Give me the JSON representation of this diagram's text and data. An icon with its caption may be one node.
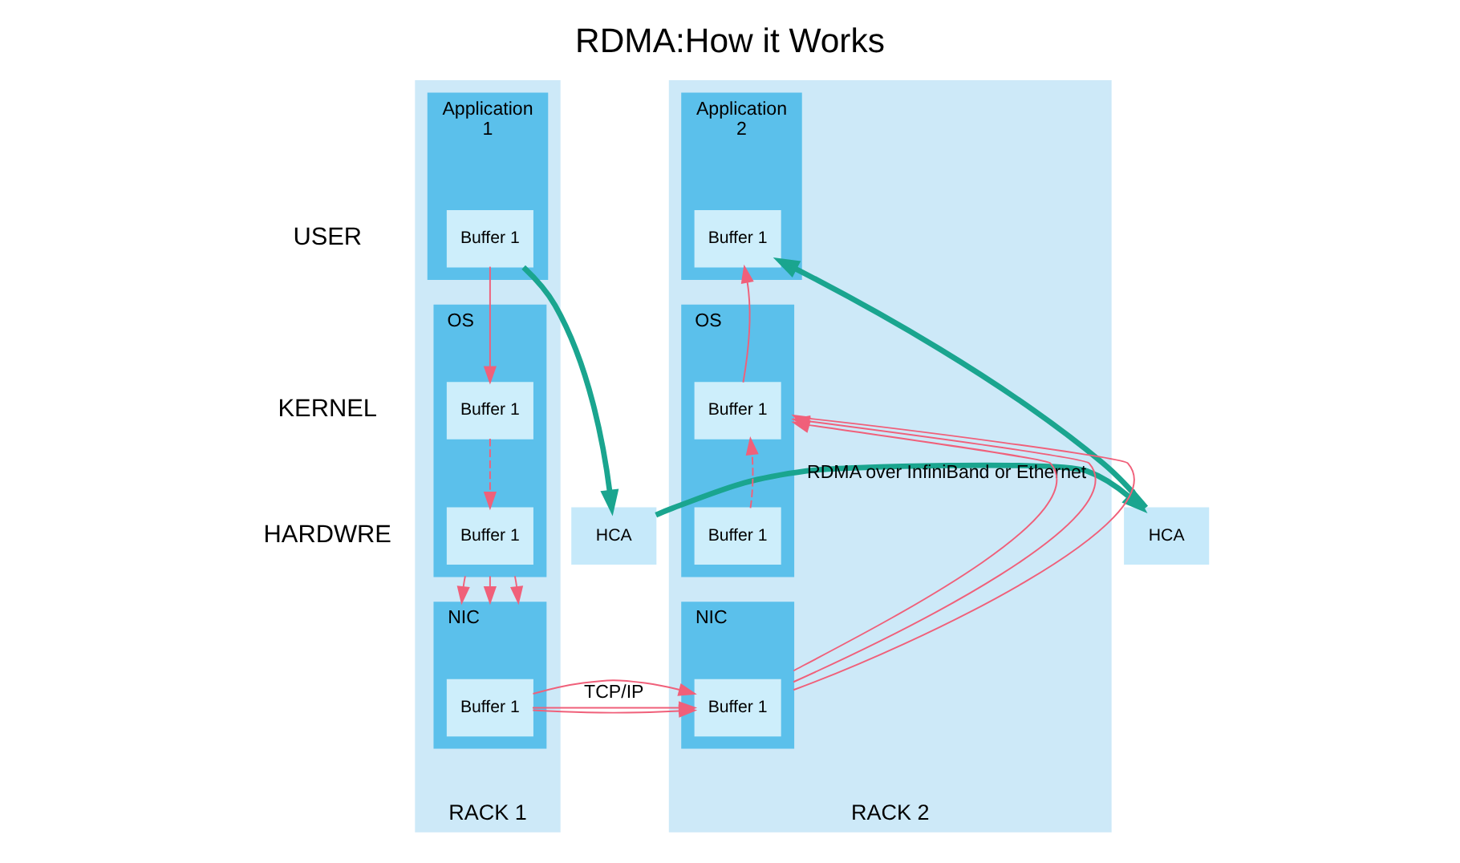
{
  "diagram": {
    "title": "RDMA:How it Works",
    "nodes": [
      {
        "text": [
          "RACK 1"
        ]
      },
      {
        "text": [
          "Application",
          "1"
        ],
        "in": 0
      },
      {
        "text": [
          "Buffer 1"
        ],
        "in": 1
      },
      {
        "text": [
          "OS"
        ],
        "in": 0
      },
      {
        "text": [
          "Buffer 1"
        ],
        "in": 3
      },
      {
        "text": [
          "Buffer 1"
        ],
        "in": 3
      },
      {
        "text": [
          "NIC"
        ],
        "in": 0
      },
      {
        "text": [
          "Buffer 1"
        ],
        "in": 6
      },
      {
        "text": [
          "HCA"
        ]
      },
      {
        "text": [
          "HCA"
        ]
      },
      {
        "text": [
          "RACK 2"
        ]
      },
      {
        "text": [
          "Application",
          "2"
        ],
        "in": 10
      },
      {
        "text": [
          "Buffer 1"
        ],
        "in": 11
      },
      {
        "text": [
          "OS"
        ],
        "in": 10
      },
      {
        "text": [
          "Buffer 1"
        ],
        "in": 13
      },
      {
        "text": [
          "Buffer 1"
        ],
        "in": 13
      },
      {
        "text": [
          "NIC"
        ],
        "in": 10
      },
      {
        "text": [
          "Buffer 1"
        ],
        "in": 16
      }
    ],
    "edges": [
      {
        "from": 2,
        "to": 4,
        "arrow": "to"
      },
      {
        "from": 4,
        "to": 5,
        "arrow": "to",
        "style": "dashed"
      },
      {
        "from": 3,
        "to": 6,
        "arrow": "to"
      },
      {
        "from": 3,
        "to": 6,
        "arrow": "to"
      },
      {
        "from": 3,
        "to": 6,
        "arrow": "to"
      },
      {
        "from": 7,
        "to": 17,
        "arrow": "to"
      },
      {
        "from": 7,
        "to": 17,
        "arrow": "to"
      },
      {
        "from": 7,
        "to": 17,
        "arrow": "to",
        "label": "TCP/IP"
      },
      {
        "from": 16,
        "to": 13,
        "arrow": "to"
      },
      {
        "from": 16,
        "to": 13,
        "arrow": "to"
      },
      {
        "from": 16,
        "to": 13,
        "arrow": "to"
      },
      {
        "from": 15,
        "to": 14,
        "arrow": "to",
        "style": "dashed"
      },
      {
        "from": 14,
        "to": 12,
        "arrow": "to"
      },
      {
        "from": 2,
        "to": 8,
        "arrow": "to",
        "style": "thick",
        "color": "#1aa58f"
      },
      {
        "from": 8,
        "to": 9,
        "arrow": "to",
        "style": "thick",
        "color": "#1aa58f",
        "label": "RDMA over InfiniBand or Ethernet"
      },
      {
        "from": 9,
        "to": 12,
        "arrow": "to",
        "style": "thick",
        "color": "#1aa58f"
      }
    ],
    "labels": [
      "USER",
      "KERNEL",
      "HARDWRE"
    ]
  }
}
